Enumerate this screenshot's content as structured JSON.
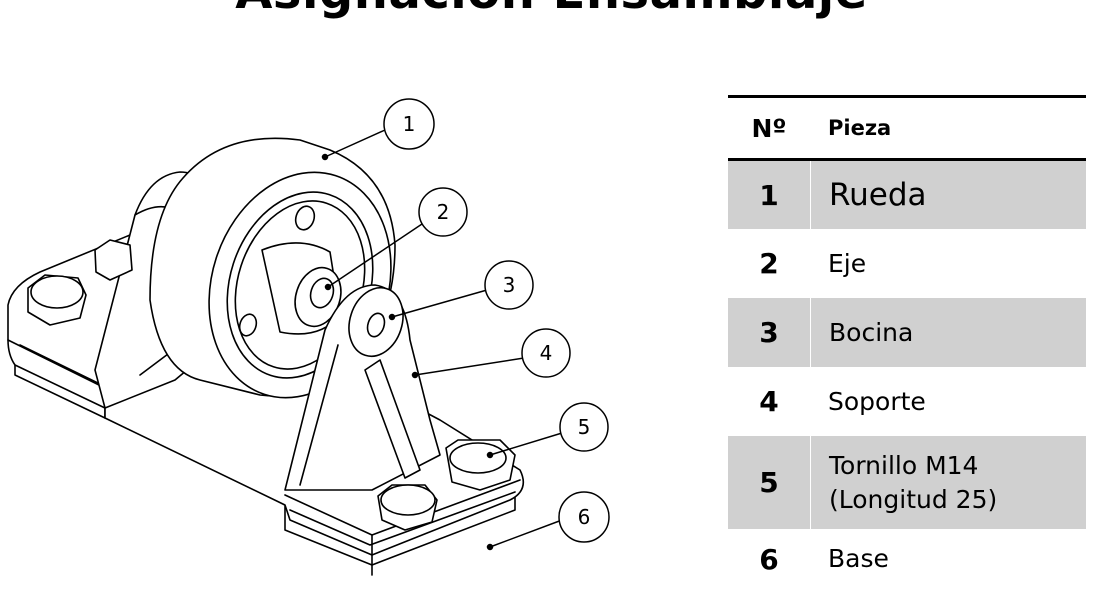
{
  "title": "Asignación Ensamblaje",
  "table": {
    "header_no": "Nº",
    "header_piece": "Pieza",
    "rows": [
      {
        "no": "1",
        "name": "Rueda"
      },
      {
        "no": "2",
        "name": "Eje"
      },
      {
        "no": "3",
        "name": "Bocina"
      },
      {
        "no": "4",
        "name": "Soporte"
      },
      {
        "no": "5",
        "name": "Tornillo M14\n(Longitud 25)"
      },
      {
        "no": "6",
        "name": "Base"
      }
    ]
  },
  "balloons": [
    "1",
    "2",
    "3",
    "4",
    "5",
    "6"
  ]
}
